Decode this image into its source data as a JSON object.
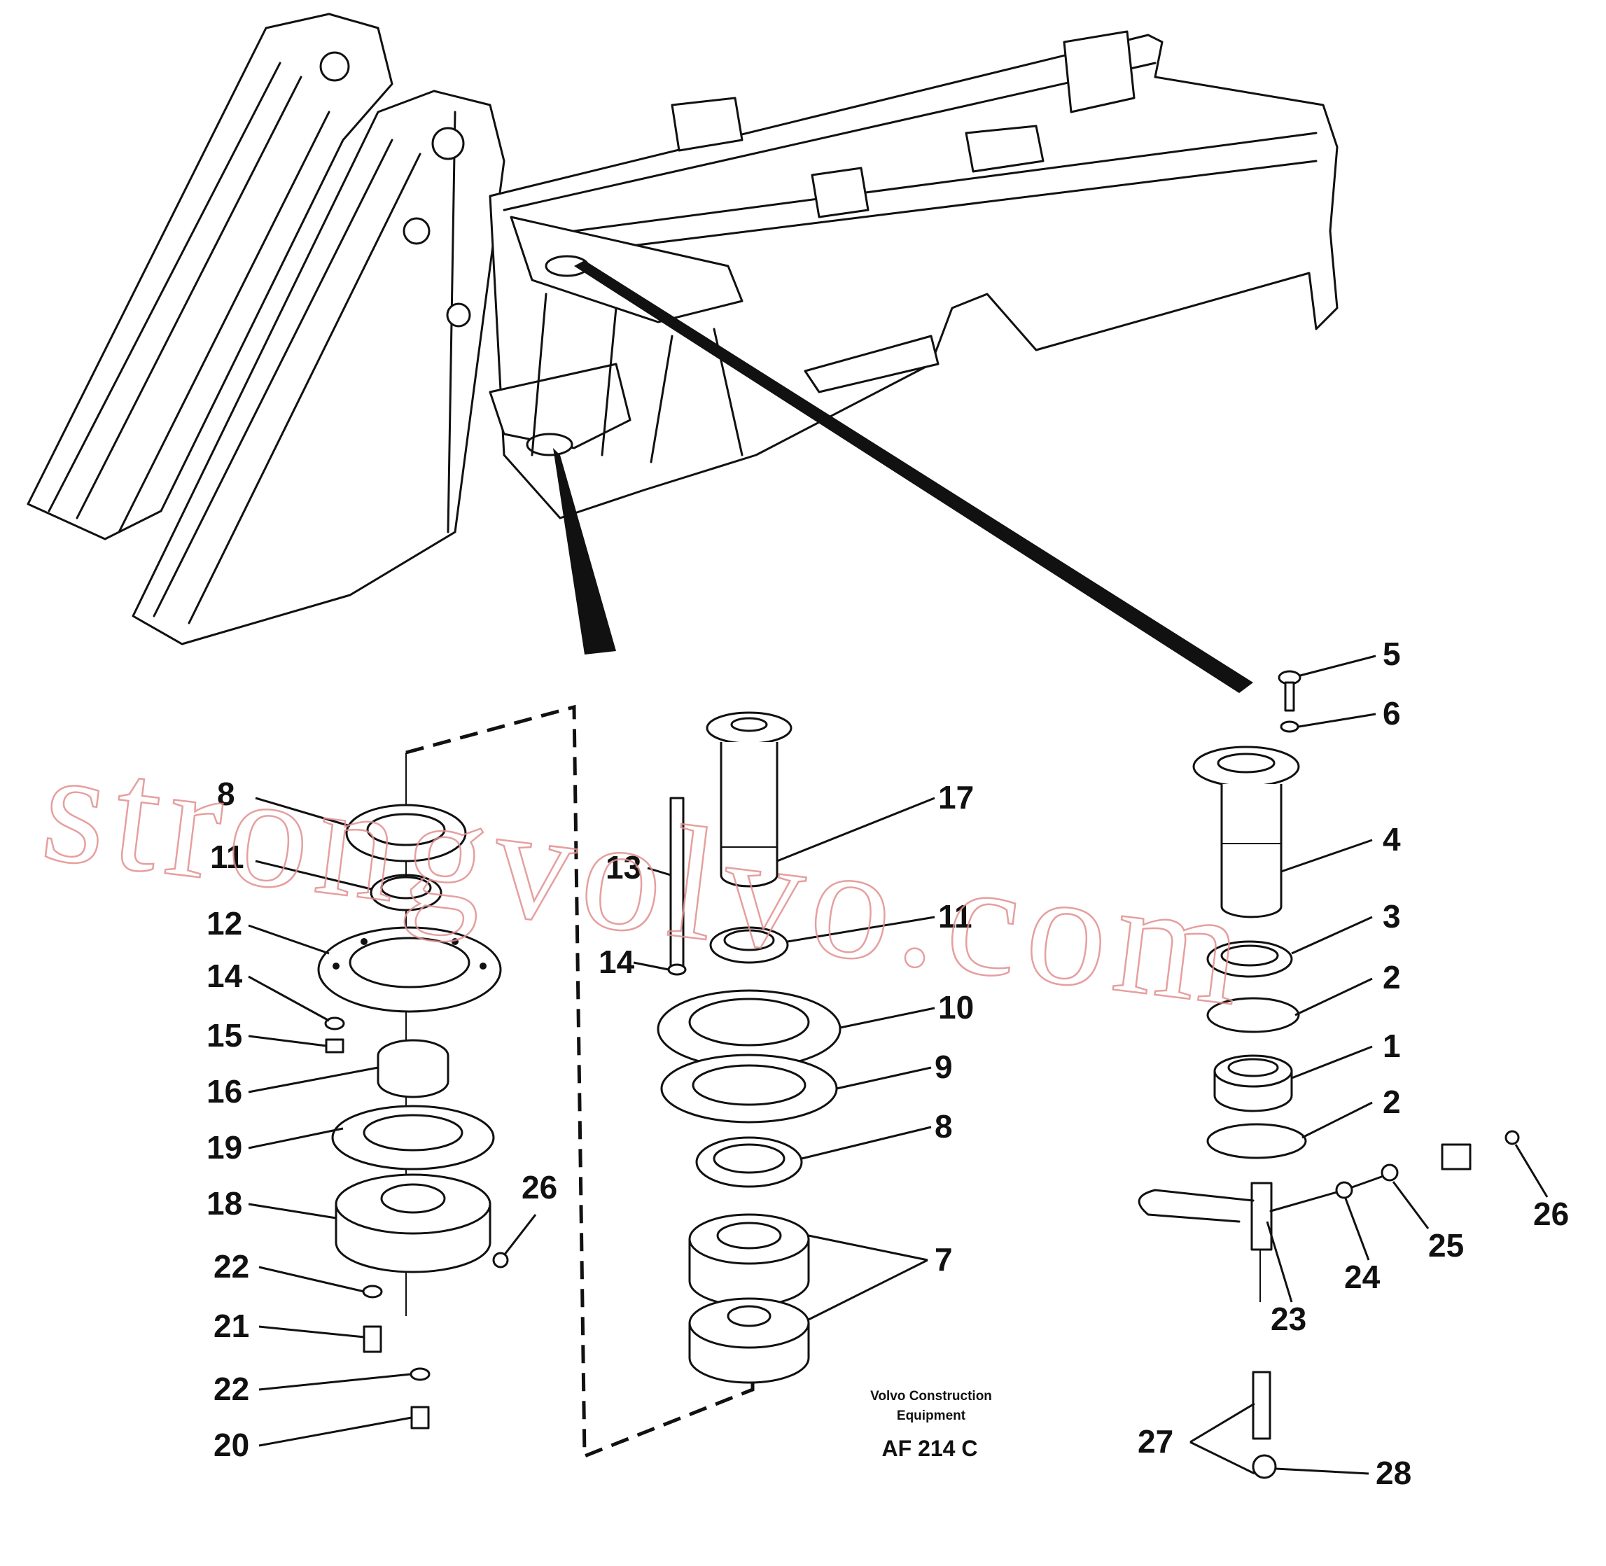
{
  "diagram": {
    "caption": {
      "line1": "Volvo Construction",
      "line2": "Equipment",
      "code": "AF 214 C"
    },
    "watermark": "strongvolvo.com",
    "parts_left_group": [
      "8",
      "11",
      "12",
      "14",
      "15",
      "16",
      "19",
      "18",
      "26",
      "22",
      "21",
      "22",
      "20"
    ],
    "parts_middle_group": [
      "17",
      "13",
      "14",
      "11",
      "10",
      "9",
      "8",
      "7"
    ],
    "parts_right_group": [
      "5",
      "6",
      "4",
      "3",
      "2",
      "1",
      "2",
      "23",
      "24",
      "25",
      "26",
      "27",
      "28"
    ]
  }
}
